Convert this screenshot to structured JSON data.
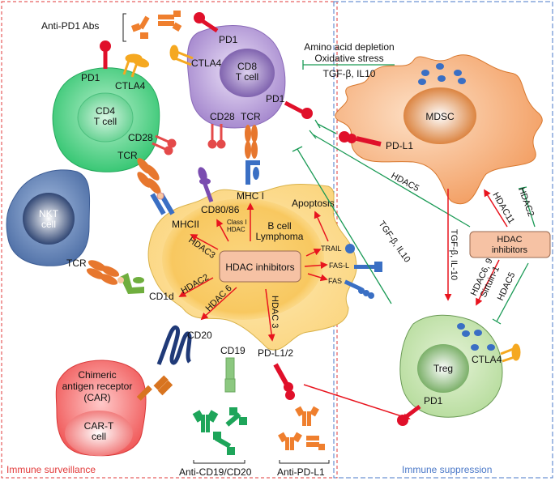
{
  "regions": {
    "surveillance_label": "Immune surveillance",
    "suppression_label": "Immune suppression",
    "surveillance_color": "#e23a3a",
    "suppression_color": "#4a78c8"
  },
  "cells": {
    "cd4": {
      "line1": "CD4",
      "line2": "T cell"
    },
    "cd8": {
      "line1": "CD8",
      "line2": "T cell"
    },
    "nkt": {
      "line1": "NKT",
      "line2": "cell"
    },
    "car": {
      "line1": "CAR-T",
      "line2": "cell",
      "desc1": "Chimeric",
      "desc2": "antigen receptor",
      "desc3": "(CAR)"
    },
    "b_cell": {
      "line1": "B cell",
      "line2": "Lymphoma"
    },
    "mdsc": {
      "label": "MDSC"
    },
    "treg": {
      "label": "Treg"
    }
  },
  "labels": {
    "anti_pd1": "Anti-PD1 Abs",
    "anti_cd19": "Anti-CD19/CD20",
    "anti_pdl1": "Anti-PD-L1",
    "pd1": "PD1",
    "ctla4": "CTLA4",
    "cd28": "CD28",
    "tcr": "TCR",
    "mhc1": "MHC I",
    "mhc2": "MHCII",
    "cd80": "CD80/86",
    "cd1d": "CD1d",
    "cd20": "CD20",
    "cd19": "CD19",
    "pdl12": "PD-L1/2",
    "pdl1": "PD-L1",
    "apoptosis": "Apoptosis",
    "trail": "TRAIL",
    "fasl": "FAS-L",
    "fas": "FAS",
    "class1_a": "Class I",
    "class1_b": "HDAC",
    "hdac3": "HDAC3",
    "hdac2": "HDAC2",
    "hdac6": "HDAC 6",
    "hdac3b": "HDAC 3",
    "amino1": "Amino acid depletion",
    "amino2": "Oxidative stress",
    "tgf1": "TGF-β, IL10",
    "tgf2": "TGF-β, IL10",
    "tgf3": "TGF-β, IL-10",
    "hdac5a": "HDAC5",
    "hdac11": "HDAC11",
    "hdac2b": "HDAC2",
    "hdac69": "HDAC6, 9",
    "sirtuin": "Sirtuin-1",
    "hdac5b": "HDAC5"
  },
  "hdac_box_center": "HDAC inhibitors",
  "hdac_box_right": {
    "line1": "HDAC",
    "line2": "inhibitors"
  },
  "colors": {
    "activate": "#e8141e",
    "inhibit": "#1a9a55",
    "pd1": "#e0102a",
    "ctla4": "#f5a820",
    "antibody_orange": "#ef7f2e",
    "antibody_green": "#1ea55a",
    "mhc_blue": "#3a6fc4"
  }
}
